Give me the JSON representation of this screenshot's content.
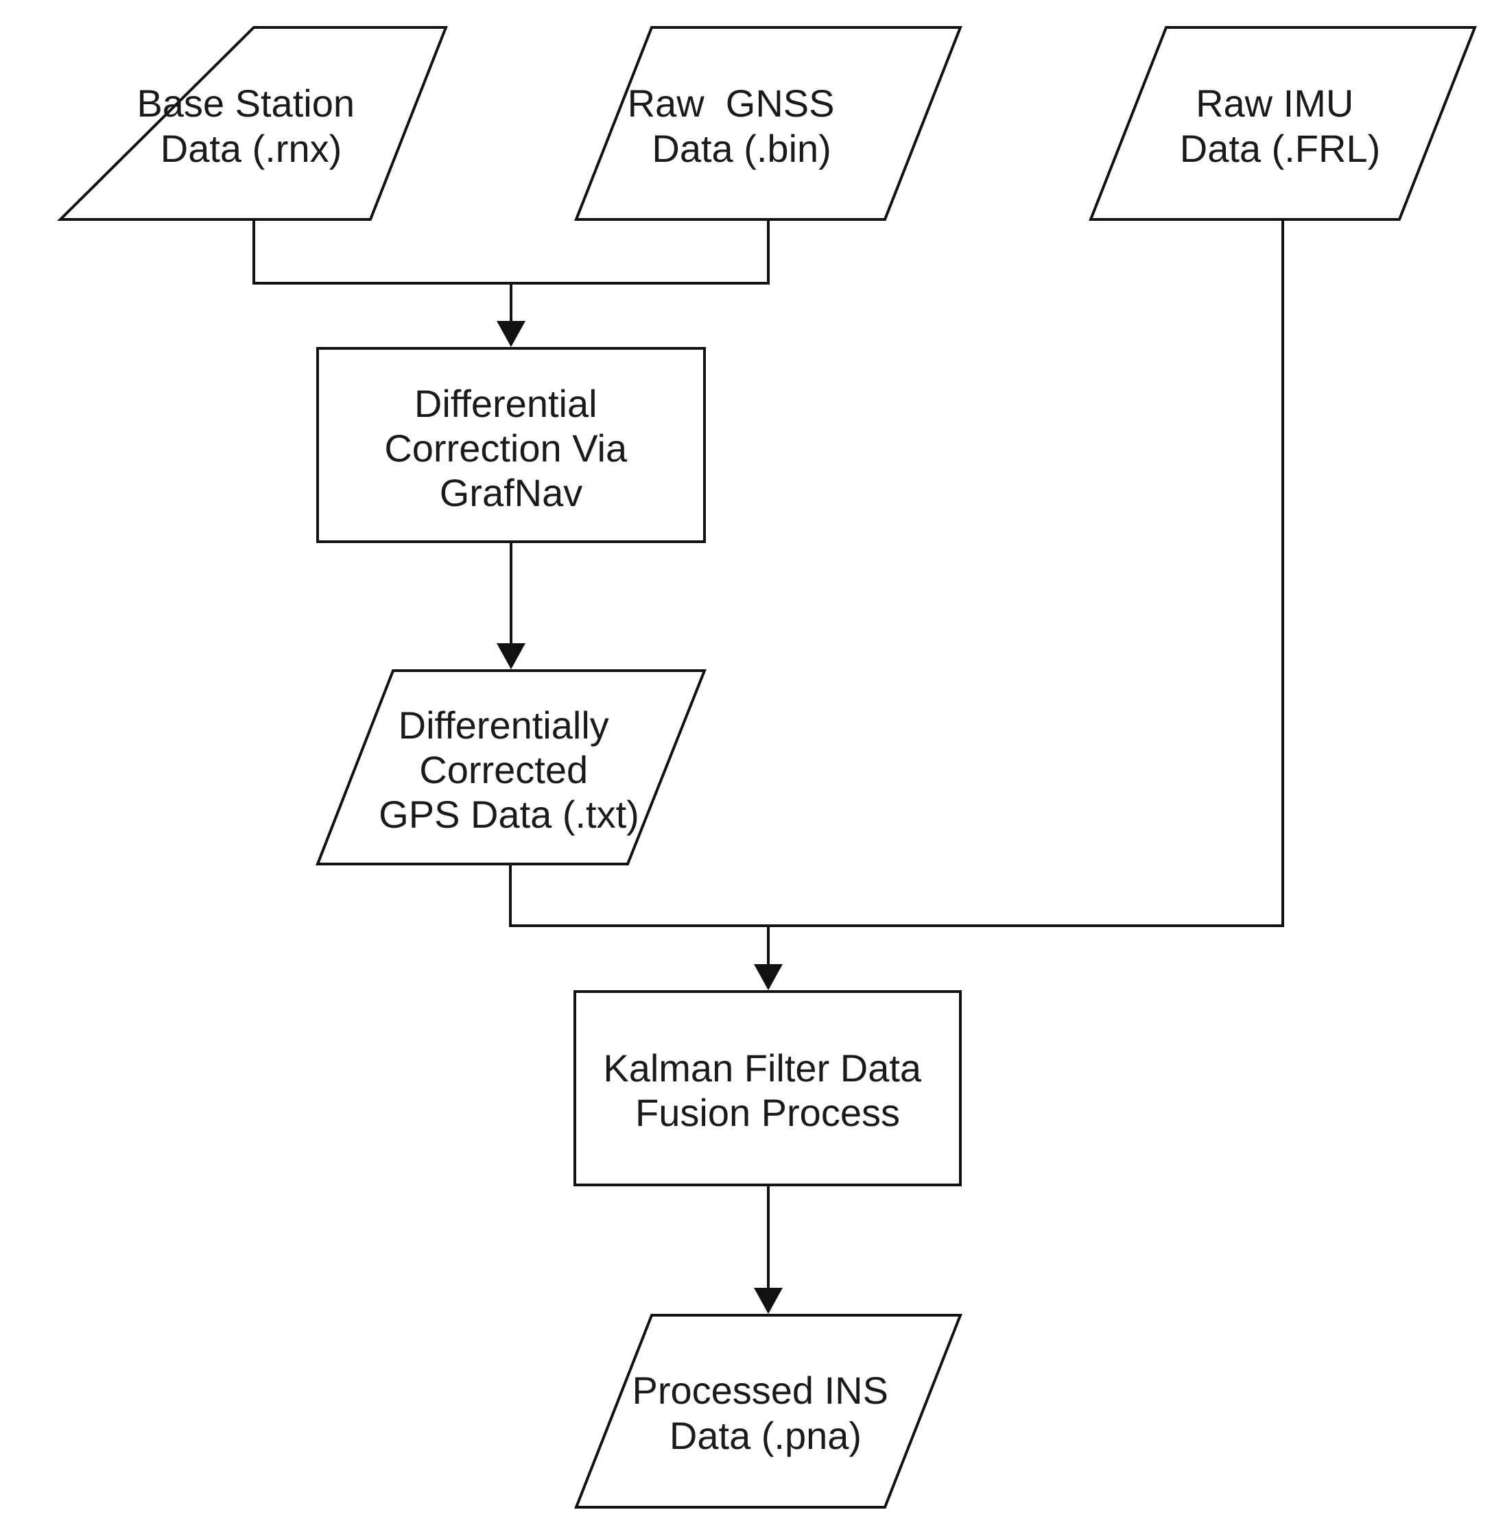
{
  "nodes": {
    "base_station": {
      "shape": "parallelogram",
      "lines": [
        "Base Station",
        "Data (.rnx)"
      ]
    },
    "raw_gnss": {
      "shape": "parallelogram",
      "lines": [
        "Raw  GNSS",
        "Data (.bin)"
      ]
    },
    "raw_imu": {
      "shape": "parallelogram",
      "lines": [
        "Raw IMU",
        "Data (.FRL)"
      ]
    },
    "diff_correction": {
      "shape": "rectangle",
      "lines": [
        "Differential",
        "Correction Via",
        "GrafNav"
      ]
    },
    "corrected_gps": {
      "shape": "parallelogram",
      "lines": [
        "Differentially",
        "Corrected",
        "GPS Data (.txt)"
      ]
    },
    "kalman": {
      "shape": "rectangle",
      "lines": [
        "Kalman Filter Data",
        "Fusion Process"
      ]
    },
    "processed_ins": {
      "shape": "parallelogram",
      "lines": [
        "Processed INS",
        "Data (.pna)"
      ]
    }
  },
  "edges": [
    {
      "from": [
        "base_station",
        "raw_gnss"
      ],
      "to": "diff_correction"
    },
    {
      "from": [
        "diff_correction"
      ],
      "to": "corrected_gps"
    },
    {
      "from": [
        "corrected_gps",
        "raw_imu"
      ],
      "to": "kalman"
    },
    {
      "from": [
        "kalman"
      ],
      "to": "processed_ins"
    }
  ]
}
